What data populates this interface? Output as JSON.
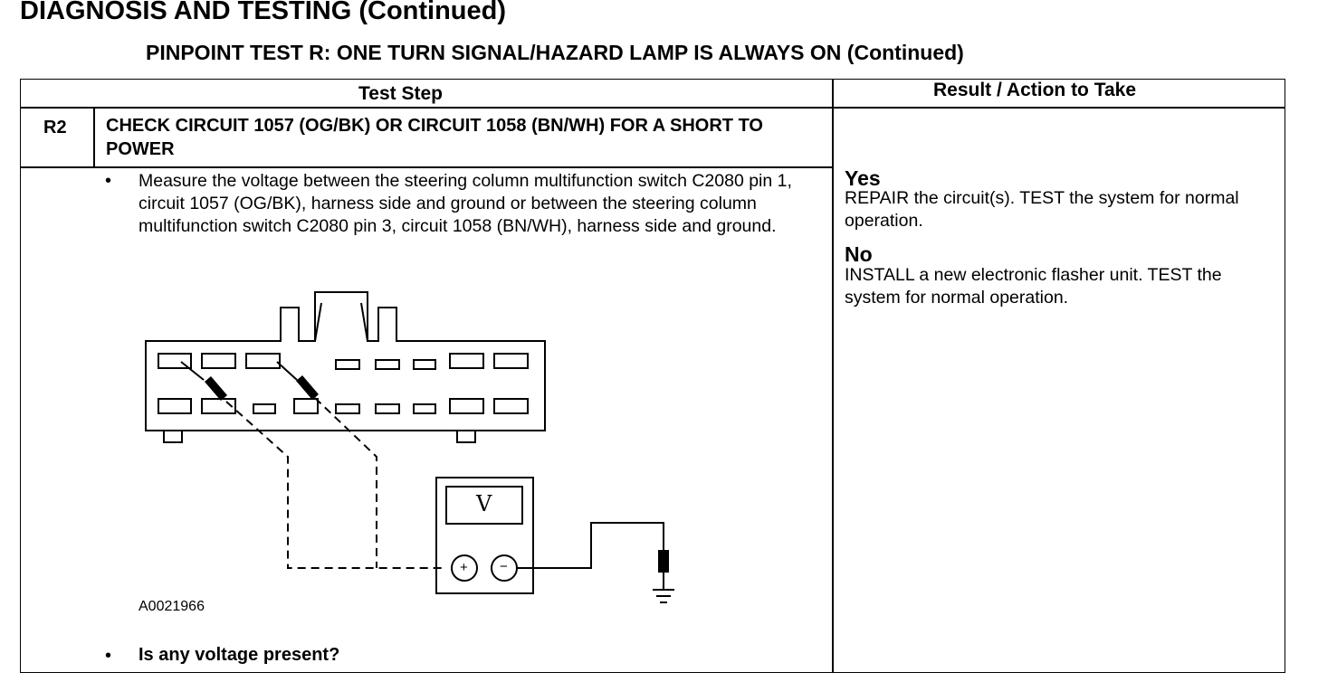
{
  "header": {
    "page_title": "DIAGNOSIS AND TESTING (Continued)",
    "test_title": "PINPOINT TEST R: ONE TURN SIGNAL/HAZARD LAMP IS ALWAYS ON (Continued)"
  },
  "table": {
    "col_test_step": "Test Step",
    "col_result": "Result / Action to Take"
  },
  "step": {
    "id": "R2",
    "title": "CHECK CIRCUIT 1057 (OG/BK) OR CIRCUIT 1058 (BN/WH) FOR A SHORT TO POWER",
    "bullet": "•",
    "instruction": "Measure the voltage between the steering column multifunction switch C2080 pin 1, circuit 1057 (OG/BK), harness side and ground or between the steering column multifunction switch C2080 pin 3, circuit 1058 (BN/WH), harness side and ground.",
    "figure_id": "A0021966",
    "question": "Is any voltage present?"
  },
  "meter": {
    "display": "V",
    "plus": "+",
    "minus": "−"
  },
  "results": [
    {
      "label": "Yes",
      "text": "REPAIR the circuit(s). TEST the system for normal operation."
    },
    {
      "label": "No",
      "text": "INSTALL a new electronic flasher unit. TEST the system for normal operation."
    }
  ]
}
